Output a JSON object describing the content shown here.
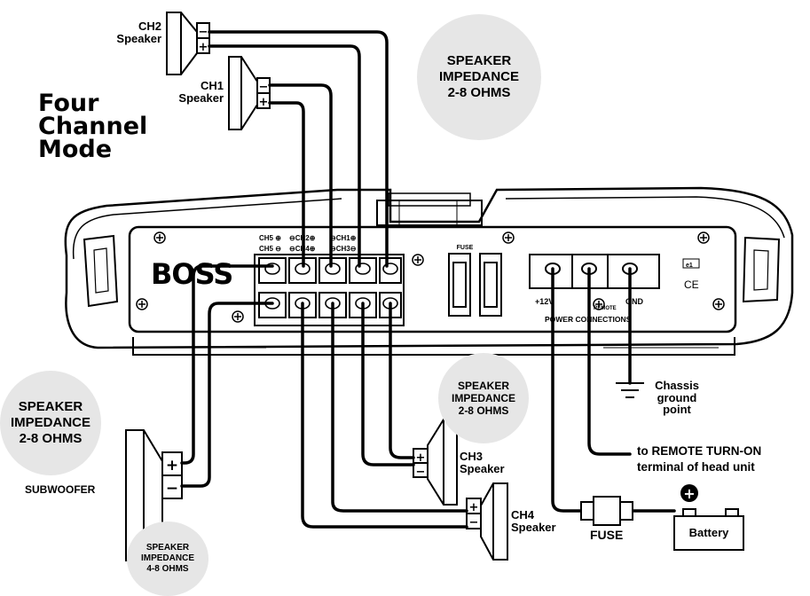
{
  "mode_title": [
    "Four",
    "Channel",
    "Mode"
  ],
  "brand": "BOSS",
  "impedance_top": [
    "SPEAKER",
    "IMPEDANCE",
    "2-8 OHMS"
  ],
  "impedance_center": [
    "SPEAKER",
    "IMPEDANCE",
    "2-8 OHMS"
  ],
  "impedance_left": [
    "SPEAKER",
    "IMPEDANCE",
    "2-8 OHMS"
  ],
  "impedance_sub": [
    "SPEAKER",
    "IMPEDANCE",
    "4-8 OHMS"
  ],
  "speakers": {
    "ch1": [
      "CH1",
      "Speaker"
    ],
    "ch2": [
      "CH2",
      "Speaker"
    ],
    "ch3": [
      "CH3",
      "Speaker"
    ],
    "ch4": [
      "CH4",
      "Speaker"
    ],
    "subwoofer": "SUBWOOFER"
  },
  "terminal_labels": {
    "row1": [
      "CH5 ⊕",
      "⊖CH2⊕",
      "⊖CH1⊕"
    ],
    "row2": [
      "CH5 ⊖",
      "⊖CH4⊕",
      "⊖CH3⊖"
    ]
  },
  "fuse_label": "FUSE",
  "power": {
    "plus12": "+12V",
    "remote": "REMOTE",
    "gnd": "GND",
    "connections": "POWER CONNECTIONS"
  },
  "cert": [
    "e1",
    "CE"
  ],
  "chassis": [
    "Chassis",
    "ground",
    "point"
  ],
  "remote_turn_on": [
    "to REMOTE TURN-ON",
    "terminal of head unit"
  ],
  "inline_fuse": "FUSE",
  "battery": "Battery",
  "battery_plus": "+",
  "polarity": {
    "plus": "+",
    "minus": "−"
  }
}
